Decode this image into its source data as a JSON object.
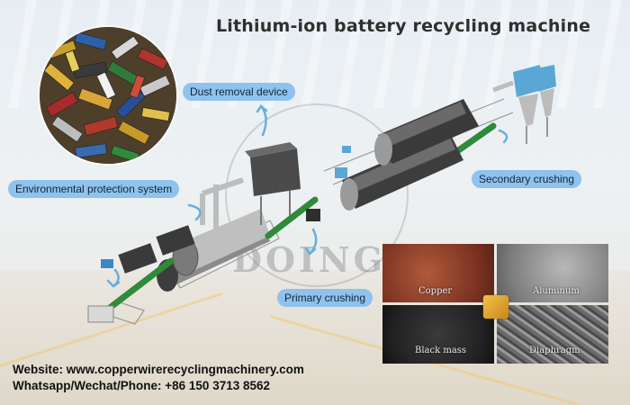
{
  "title": "Lithium-ion battery recycling machine",
  "labels": {
    "dust_removal": "Dust removal device",
    "environmental": "Environmental protection system",
    "secondary_crushing": "Secondary crushing",
    "primary_crushing": "Primary crushing"
  },
  "watermark": "DOING",
  "samples": {
    "copper": "Copper",
    "aluminum": "Aluminum",
    "black_mass": "Black mass",
    "diaphragm": "Diaphragm"
  },
  "contact": {
    "website": "Website: www.copperwirerecyclingmachinery.com",
    "phone": "Whatsapp/Wechat/Phone: +86 150 3713 8562"
  },
  "colors": {
    "callout": "#8fc2ec",
    "conveyor": "#2f8a3a",
    "machine_gray": "#5e5e5e",
    "cyclone_blue": "#5aa7d6"
  }
}
